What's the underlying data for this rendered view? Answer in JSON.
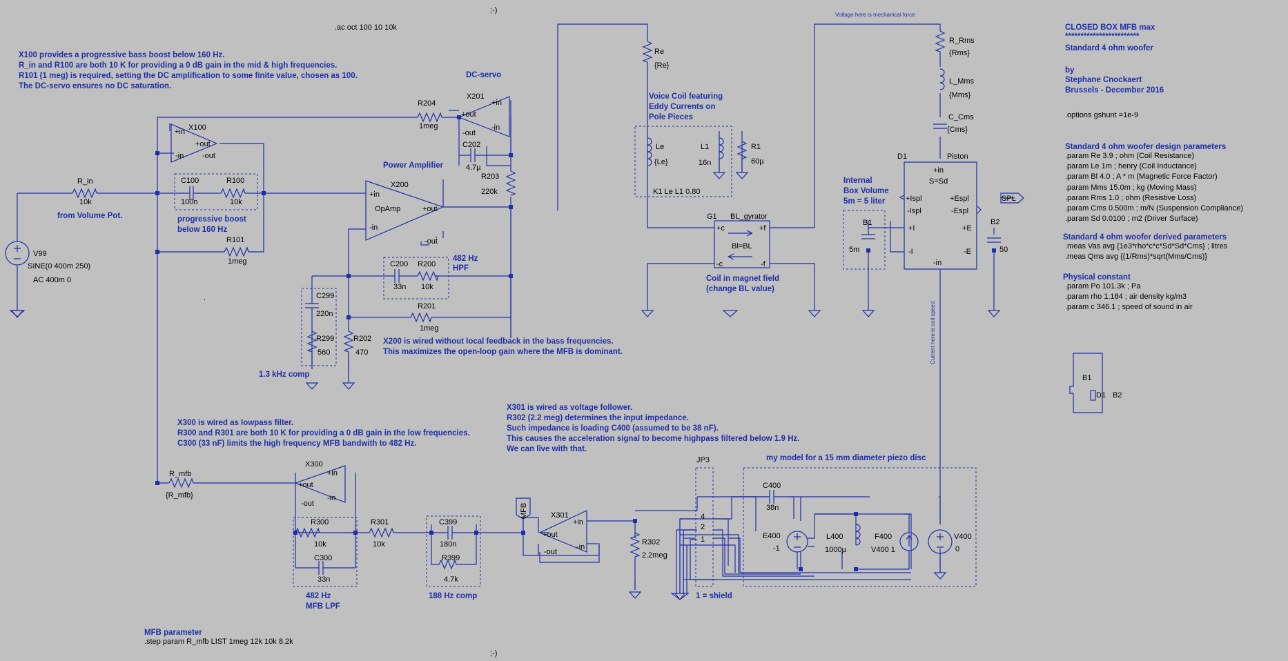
{
  "directives": {
    "top_marker": ";-)",
    "bottom_marker": ";-)",
    "ac": ".ac oct 100 10 10k",
    "mech_note": "Voltage here is mechanical force",
    "current_note": "Current here is coil speed"
  },
  "notes": {
    "x100": [
      "X100 provides a progressive bass boost below 160 Hz.",
      "R_in and R100 are both 10 K for providing a 0 dB gain in the mid & high frequencies.",
      "R101 (1 meg) is required, setting the DC amplification to some finite value, chosen as 100.",
      "The DC-servo ensures no DC saturation."
    ],
    "dc_servo": "DC-servo",
    "power_amp": "Power Amplifier",
    "voice_coil": [
      "Voice Coil featuring",
      "Eddy Currents on",
      "Pole Pieces"
    ],
    "box_volume": [
      "Internal",
      "Box Volume",
      "5m = 5 liter"
    ],
    "from_volume": "from Volume Pot.",
    "prog_boost": [
      "progressive boost",
      "below 160 Hz"
    ],
    "hpf": [
      "482 Hz",
      "HPF"
    ],
    "comp13": "1.3 kHz comp",
    "x200": [
      "X200 is wired without local feedback in the bass frequencies.",
      "This maximizes the open-loop gain where the MFB is dominant."
    ],
    "coil_field": [
      "Coil in magnet field",
      "(change BL value)"
    ],
    "x300": [
      "X300 is wired as lowpass filter.",
      "R300 and R301 are both 10 K for providing a 0 dB gain in the low frequencies.",
      "C300 (33 nF) limits the high frequency MFB bandwith to 482 Hz."
    ],
    "x301": [
      "X301 is wired as voltage follower.",
      "R302 (2.2 meg) determines the input impedance.",
      "Such impedance is loading C400 (assumed to be 38 nF).",
      "This causes the acceleration signal to become highpass filtered below 1.9 Hz.",
      "We can live with that."
    ],
    "piezo_model": "my model for a 15 mm diameter piezo disc",
    "jp3": "JP3",
    "shield": "1 = shield",
    "lpf": [
      "482 Hz",
      "MFB LPF"
    ],
    "comp188": "188 Hz comp",
    "mfb_param": "MFB parameter",
    "step": ".step param R_mfb LIST 1meg 12k 10k 8.2k"
  },
  "right_panel": {
    "title": "CLOSED BOX MFB max",
    "stars": "************************",
    "subtitle": "Standard 4 ohm woofer",
    "by": "by",
    "author": "Stephane Cnockaert",
    "place": "Brussels - December 2016",
    "gshunt": ".options gshunt =1e-9",
    "design_heading": "Standard 4 ohm woofer design parameters",
    "design_params": [
      ".param Re 3.9 ; ohm (Coil Resistance)",
      ".param Le 1m ; henry (Coil Inductance)",
      ".param Bl 4.0 ; A * m (Magnetic Force Factor)",
      ".param Mms 15.0m ; kg (Moving Mass)",
      ".param Rms 1.0 ; ohm (Resistive Loss)",
      ".param Cms 0.500m ; m/N (Suspension Compliance)",
      ".param Sd 0.0100 ; m2 (Driver Surface)"
    ],
    "derived_heading": "Standard 4 ohm woofer derived parameters",
    "derived_params": [
      ".meas Vas avg {1e3*rho*c*c*Sd*Sd*Cms} ; litres",
      ".meas Qms avg {(1/Rms)*sqrt(Mms/Cms)}"
    ],
    "phys_heading": "Physical constant",
    "phys_params": [
      ".param Po 101.3k ; Pa",
      ".param rho 1.184 ; air density kg/m3",
      ".param c 346.1 ; speed of sound in air"
    ]
  },
  "symbol_box": {
    "b1": "B1",
    "d1": "D1",
    "b2": "B2"
  },
  "components": {
    "r_in": [
      "R_in",
      "10k"
    ],
    "v99": [
      "V99",
      "SINE(0 400m 250)",
      "AC 400m 0"
    ],
    "x100": "X100",
    "c100": [
      "C100",
      "100n"
    ],
    "r100": [
      "R100",
      "10k"
    ],
    "r101": [
      "R101",
      "1meg"
    ],
    "r204": [
      "R204",
      "1meg"
    ],
    "x201": "X201",
    "c202": [
      "C202",
      "4.7µ"
    ],
    "r203": [
      "R203",
      "220k"
    ],
    "x200": [
      "X200",
      "OpAmp"
    ],
    "c200": [
      "C200",
      "33n"
    ],
    "r200": [
      "R200",
      "10k"
    ],
    "r201": [
      "R201",
      "1meg"
    ],
    "c299": [
      "C299",
      "220n"
    ],
    "r299": [
      "R299",
      "560"
    ],
    "r202": [
      "R202",
      "470"
    ],
    "re": [
      "Re",
      "{Re}"
    ],
    "le": [
      "Le",
      "{Le}"
    ],
    "l1": [
      "L1",
      "16n"
    ],
    "r1": [
      "R1",
      "60µ"
    ],
    "k1": "K1 Le L1 0.80",
    "g1": [
      "G1",
      "BL_gyrator",
      "Bl=BL"
    ],
    "r_rms": [
      "R_Rms",
      "{Rms}"
    ],
    "l_mms": [
      "L_Mms",
      "{Mms}"
    ],
    "c_cms": [
      "C_Cms",
      "{Cms}"
    ],
    "d1": [
      "D1",
      "Piston",
      "S=Sd"
    ],
    "spl": "SPL",
    "b1": [
      "B1",
      "5m"
    ],
    "b2": [
      "B2",
      "50"
    ],
    "r_mfb": [
      "R_mfb",
      "{R_mfb}"
    ],
    "x300": "X300",
    "r300": [
      "R300",
      "10k"
    ],
    "c300": [
      "C300",
      "33n"
    ],
    "r301": [
      "R301",
      "10k"
    ],
    "c399": [
      "C399",
      "180n"
    ],
    "r399": [
      "R399",
      "4.7k"
    ],
    "mfb": "MFB",
    "x301": "X301",
    "r302": [
      "R302",
      "2.2meg"
    ],
    "c400": [
      "C400",
      "38n"
    ],
    "e400": [
      "E400",
      "-1"
    ],
    "l400": [
      "L400",
      "1000µ"
    ],
    "f400": [
      "F400",
      "V400 1"
    ],
    "v400": [
      "V400",
      "0"
    ]
  },
  "pins": {
    "plus_in": "+in",
    "minus_in": "-in",
    "plus_out": "+out",
    "minus_out": "-out",
    "plus_c": "+c",
    "plus_f": "+f",
    "minus_c": "-c",
    "minus_f": "-f",
    "plus_ispl": "+Ispl",
    "minus_ispl": "-Ispl",
    "plus_espl": "+Espl",
    "minus_espl": "-Espl",
    "plus_l": "+I",
    "minus_l": "-I",
    "plus_e": "+E",
    "minus_e": "-E",
    "jp_4": "4",
    "jp_2": "2",
    "jp_1": "1"
  },
  "colors": {
    "background": "#c0c0c0",
    "wire": "#1e2fa8",
    "text": "#000000",
    "note": "#1e2fa8"
  }
}
